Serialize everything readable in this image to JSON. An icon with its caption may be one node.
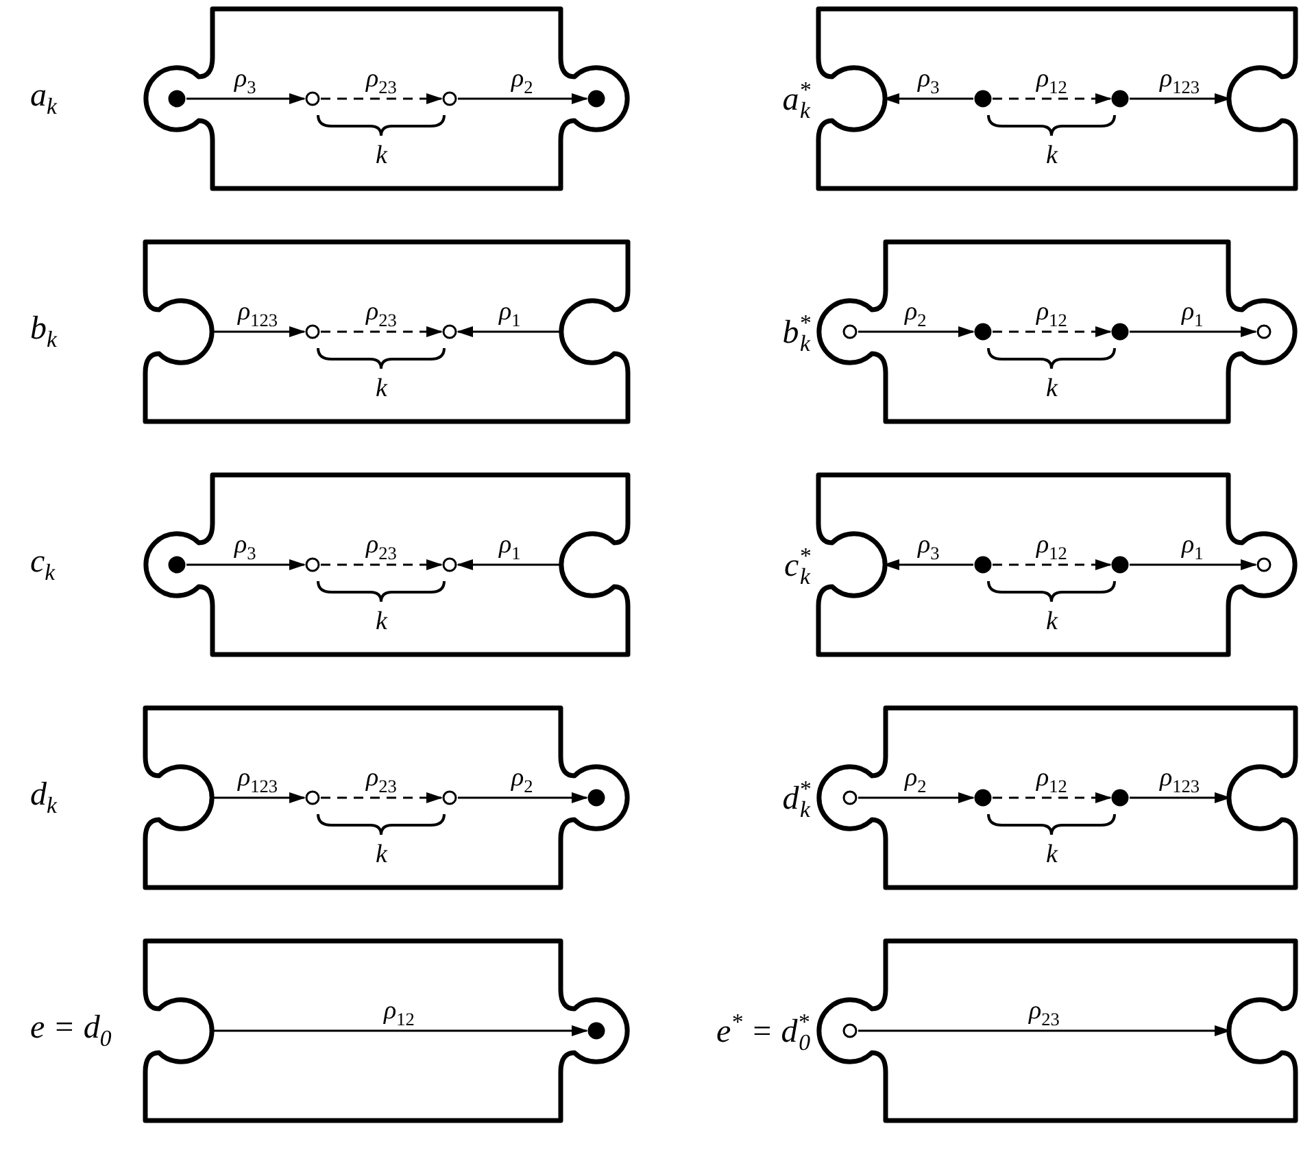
{
  "diagram": {
    "nodes": [
      {
        "text": [
          "a$_{k}$"
        ]
      },
      {
        "text": [],
        "shape": "dot",
        "in": 0
      },
      {
        "text": [],
        "shape": "circle",
        "in": 0
      },
      {
        "text": [],
        "shape": "circle",
        "in": 0
      },
      {
        "text": [],
        "shape": "dot",
        "in": 0
      },
      {
        "text": [
          "a$^{*}$$_{k}$"
        ]
      },
      {
        "text": [],
        "shape": "dot",
        "in": 5
      },
      {
        "text": [],
        "shape": "dot",
        "in": 5
      },
      {
        "text": [
          "b$_{k}$"
        ]
      },
      {
        "text": [],
        "shape": "circle",
        "in": 8
      },
      {
        "text": [],
        "shape": "circle",
        "in": 8
      },
      {
        "text": [
          "b$^{*}$$_{k}$"
        ]
      },
      {
        "text": [],
        "shape": "circle",
        "in": 11
      },
      {
        "text": [],
        "shape": "dot",
        "in": 11
      },
      {
        "text": [],
        "shape": "dot",
        "in": 11
      },
      {
        "text": [],
        "shape": "circle",
        "in": 11
      },
      {
        "text": [
          "c$_{k}$"
        ]
      },
      {
        "text": [],
        "shape": "dot",
        "in": 16
      },
      {
        "text": [],
        "shape": "circle",
        "in": 16
      },
      {
        "text": [],
        "shape": "circle",
        "in": 16
      },
      {
        "text": [
          "c$^{*}$$_{k}$"
        ]
      },
      {
        "text": [],
        "shape": "dot",
        "in": 20
      },
      {
        "text": [],
        "shape": "dot",
        "in": 20
      },
      {
        "text": [],
        "shape": "circle",
        "in": 20
      },
      {
        "text": [
          "d$_{k}$"
        ]
      },
      {
        "text": [],
        "shape": "circle",
        "in": 24
      },
      {
        "text": [],
        "shape": "circle",
        "in": 24
      },
      {
        "text": [],
        "shape": "dot",
        "in": 24
      },
      {
        "text": [
          "d$^{*}$$_{k}$"
        ]
      },
      {
        "text": [],
        "shape": "circle",
        "in": 28
      },
      {
        "text": [],
        "shape": "dot",
        "in": 28
      },
      {
        "text": [],
        "shape": "dot",
        "in": 28
      },
      {
        "text": [
          "e = d$_{0}$"
        ]
      },
      {
        "text": [],
        "shape": "dot",
        "in": 32
      },
      {
        "text": [
          "e$^{*}$ = d$^{*}$$_{0}$"
        ]
      },
      {
        "text": [],
        "shape": "circle",
        "in": 34
      }
    ],
    "edges": [
      {
        "from": 1,
        "to": 2,
        "arrow": "to",
        "label": "ρ$_{3}$"
      },
      {
        "from": 2,
        "to": 3,
        "arrow": "to",
        "label": "ρ$_{23}$",
        "style": "dashed"
      },
      {
        "from": 3,
        "to": 4,
        "arrow": "to",
        "label": "ρ$_{2}$"
      },
      {
        "from": 6,
        "to": null,
        "arrow": "to",
        "label": "ρ$_{3}$"
      },
      {
        "from": 6,
        "to": 7,
        "arrow": "to",
        "label": "ρ$_{12}$",
        "style": "dashed"
      },
      {
        "from": 7,
        "to": null,
        "arrow": "to",
        "label": "ρ$_{123}$"
      },
      {
        "from": null,
        "to": 9,
        "arrow": "to",
        "label": "ρ$_{123}$"
      },
      {
        "from": 9,
        "to": 10,
        "arrow": "to",
        "label": "ρ$_{23}$",
        "style": "dashed"
      },
      {
        "from": null,
        "to": 10,
        "arrow": "to",
        "label": "ρ$_{1}$"
      },
      {
        "from": 12,
        "to": 13,
        "arrow": "to",
        "label": "ρ$_{2}$"
      },
      {
        "from": 13,
        "to": 14,
        "arrow": "to",
        "label": "ρ$_{12}$",
        "style": "dashed"
      },
      {
        "from": 14,
        "to": 15,
        "arrow": "to",
        "label": "ρ$_{1}$"
      },
      {
        "from": 17,
        "to": 18,
        "arrow": "to",
        "label": "ρ$_{3}$"
      },
      {
        "from": 18,
        "to": 19,
        "arrow": "to",
        "label": "ρ$_{23}$",
        "style": "dashed"
      },
      {
        "from": null,
        "to": 19,
        "arrow": "to",
        "label": "ρ$_{1}$"
      },
      {
        "from": 21,
        "to": null,
        "arrow": "to",
        "label": "ρ$_{3}$"
      },
      {
        "from": 21,
        "to": 22,
        "arrow": "to",
        "label": "ρ$_{12}$",
        "style": "dashed"
      },
      {
        "from": 22,
        "to": 23,
        "arrow": "to",
        "label": "ρ$_{1}$"
      },
      {
        "from": null,
        "to": 25,
        "arrow": "to",
        "label": "ρ$_{123}$"
      },
      {
        "from": 25,
        "to": 26,
        "arrow": "to",
        "label": "ρ$_{23}$",
        "style": "dashed"
      },
      {
        "from": 26,
        "to": 27,
        "arrow": "to",
        "label": "ρ$_{2}$"
      },
      {
        "from": 29,
        "to": 30,
        "arrow": "to",
        "label": "ρ$_{2}$"
      },
      {
        "from": 30,
        "to": 31,
        "arrow": "to",
        "label": "ρ$_{12}$",
        "style": "dashed"
      },
      {
        "from": 31,
        "to": null,
        "arrow": "to",
        "label": "ρ$_{123}$"
      },
      {
        "from": null,
        "to": 33,
        "arrow": "to",
        "label": "ρ$_{12}$"
      },
      {
        "from": 35,
        "to": null,
        "arrow": "to",
        "label": "ρ$_{23}$"
      }
    ],
    "labels": [
      "k",
      "k",
      "k",
      "k",
      "k",
      "k",
      "k",
      "k"
    ]
  }
}
